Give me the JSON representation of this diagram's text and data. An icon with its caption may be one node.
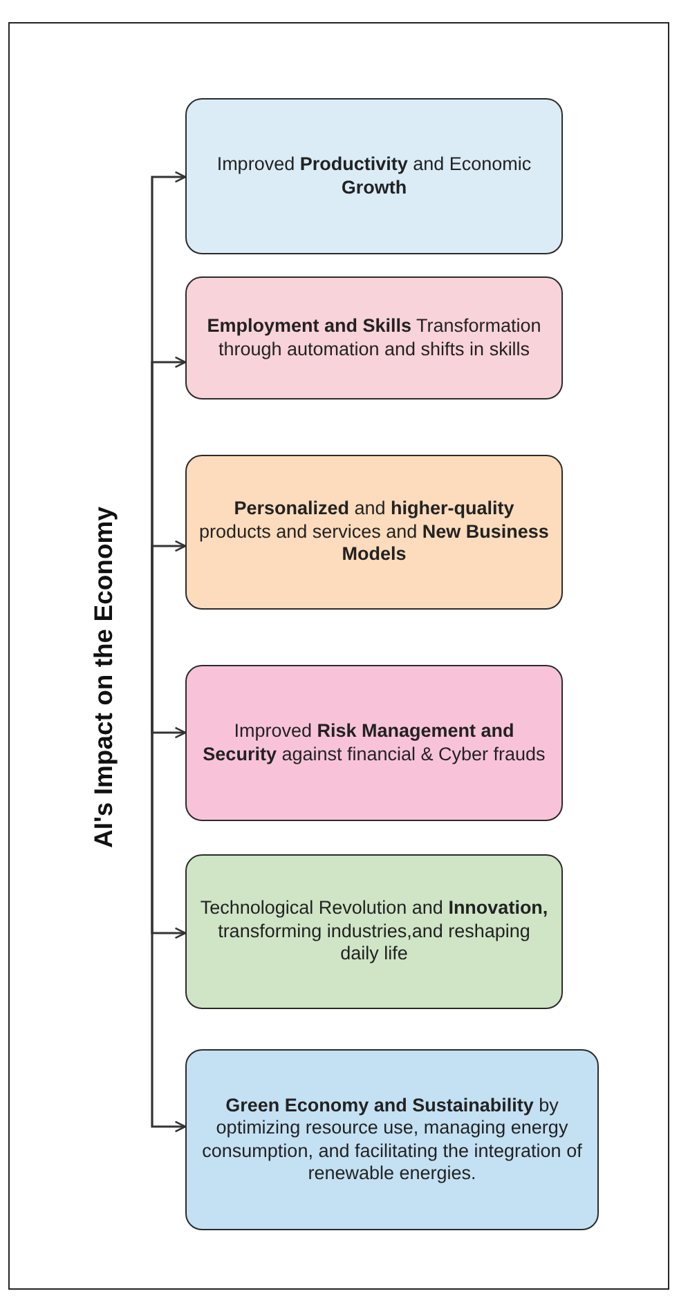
{
  "diagram": {
    "nodes": [
      {
        "text": [
          "AI's Impact on the Economy"
        ]
      },
      {
        "text": [
          "Improved **Productivity** and Economic **Growth**"
        ]
      },
      {
        "text": [
          "**Employment and Skills** Transformation through automation and shifts in skills"
        ]
      },
      {
        "text": [
          "**Personalized** and **higher-quality** products and services and **New Business Models**"
        ]
      },
      {
        "text": [
          "Improved **Risk Management and Security** against financial & Cyber frauds"
        ]
      },
      {
        "text": [
          "Technological Revolution and **Innovation,** transforming industries,and reshaping daily life"
        ]
      },
      {
        "text": [
          "**Green Economy and Sustainability** by optimizing resource use, managing energy consumption, and facilitating the integration of renewable energies."
        ]
      }
    ],
    "edges": [
      {
        "from": 0,
        "to": 1,
        "arrow": "to"
      },
      {
        "from": 0,
        "to": 2,
        "arrow": "to"
      },
      {
        "from": 0,
        "to": 3,
        "arrow": "to"
      },
      {
        "from": 0,
        "to": 4,
        "arrow": "to"
      },
      {
        "from": 0,
        "to": 5,
        "arrow": "to"
      },
      {
        "from": 0,
        "to": 6,
        "arrow": "to"
      }
    ]
  }
}
